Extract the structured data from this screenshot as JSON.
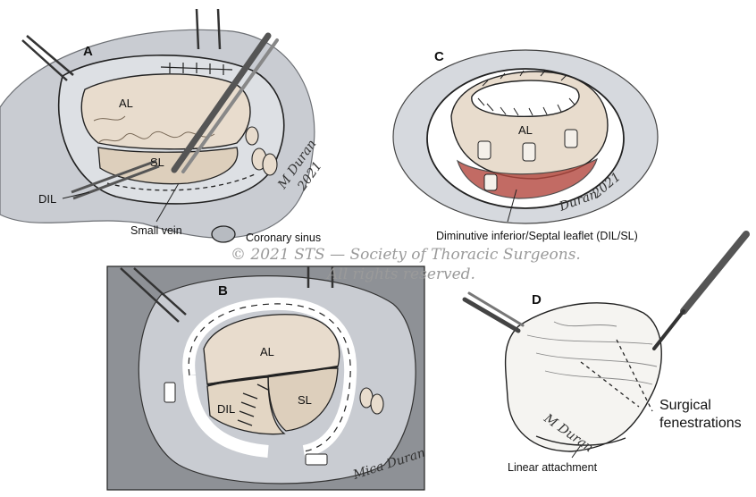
{
  "panels": {
    "A": {
      "letter": "A",
      "labels": {
        "al": "AL",
        "sl": "SL",
        "dil": "DIL"
      },
      "callouts": {
        "small_vein": "Small vein",
        "coronary_sinus": "Coronary sinus"
      },
      "signature": {
        "name": "M Duran",
        "year": "2021"
      }
    },
    "B": {
      "letter": "B",
      "labels": {
        "al": "AL",
        "sl": "SL",
        "dil": "DIL"
      },
      "signature": {
        "name": "Mica Duran"
      }
    },
    "C": {
      "letter": "C",
      "labels": {
        "al": "AL"
      },
      "callouts": {
        "caption": "Diminutive inferior/Septal leaflet (DIL/SL)"
      },
      "signature": {
        "name": "Duran",
        "year": "2021"
      }
    },
    "D": {
      "letter": "D",
      "callouts": {
        "surgical_line1": "Surgical",
        "surgical_line2": "fenestrations",
        "linear_attachment": "Linear attachment"
      },
      "signature": {
        "name": "M Duran"
      }
    }
  },
  "watermark": {
    "line1": "© 2021  STS — Society of Thoracic Surgeons.",
    "line2": "All rights reserved."
  },
  "colors": {
    "tissue": "#e8dccd",
    "tissue_shadow": "#cbb9a3",
    "annulus_gray": "#c9ccd2",
    "field_gray": "#8e9196",
    "ring_white": "#ffffff",
    "blood_red": "#b3473e"
  }
}
